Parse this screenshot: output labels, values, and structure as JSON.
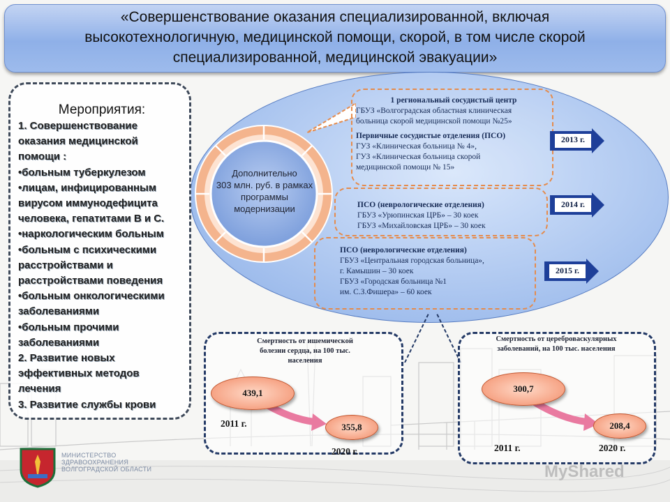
{
  "title": {
    "line1": "«Совершенствование оказания специализированной, включая",
    "line2": "высокотехнологичную, медицинской помощи, скорой, в том числе скорой",
    "line3": "специализированной, медицинской эвакуации»"
  },
  "measures": {
    "heading": "Мероприятия:",
    "items": [
      "1. Совершенствование",
      "оказания медицинской",
      "помощи :",
      "•больным туберкулезом",
      "•лицам, инфицированным",
      "вирусом иммунодефицита",
      "человека, гепатитами В и С.",
      "•наркологическим больным",
      "•больным с психическими",
      "расстройствами и",
      "расстройствами поведения",
      "•больным онкологическими",
      "заболеваниями",
      "•больным прочими",
      "заболеваниями",
      "2. Развитие новых",
      "эффективных методов",
      "лечения",
      "3. Развитие службы крови"
    ]
  },
  "ring": {
    "line1": "Дополнительно",
    "line2": "303 млн. руб. в рамках",
    "line3": "программы",
    "line4": "модернизации"
  },
  "box2013": {
    "head": "1 региональный сосудистый центр",
    "l1": "ГБУЗ «Волгоградская областная клиническая",
    "l2": "больница скорой медицинской помощи №25»",
    "head2": "Первичные сосудистые отделения (ПСО)",
    "l3": "ГУЗ «Клиническая больница № 4»,",
    "l4": "ГУЗ «Клиническая больница скорой",
    "l5": "медицинской помощи № 15»"
  },
  "box2014": {
    "head": "ПСО (неврологические отделения)",
    "l1": "ГБУЗ «Урюпинская ЦРБ» – 30 коек",
    "l2": "ГБУЗ «Михайловская ЦРБ» – 30 коек"
  },
  "box2015": {
    "head": "ПСО (неврологические отделения)",
    "l1": "ГБУЗ «Центральная городская больница»,",
    "l2": "г. Камышин – 30 коек",
    "l3": "ГБУЗ «Городская больница №1",
    "l4": "им. С.З.Фишера» – 60 коек"
  },
  "years": {
    "y2013": "2013 г.",
    "y2014": "2014 г.",
    "y2015": "2015 г."
  },
  "mortality_ischemic": {
    "title1": "Смертность от ишемической",
    "title2": "болезни сердца, на 100 тыс.",
    "title3": "населения",
    "value_2011": "439,1",
    "value_2020": "355,8",
    "year_start": "2011 г.",
    "year_end": "2020 г."
  },
  "mortality_cerebro": {
    "title1": "Смертность от цереброваскулярных",
    "title2": "заболеваний, на 100 тыс. населения",
    "value_2011": "300,7",
    "value_2020": "208,4",
    "year_start": "2011 г.",
    "year_end": "2020 г."
  },
  "footer": {
    "ministry1": "МИНИСТЕРСТВО",
    "ministry2": "ЗДРАВООХРАНЕНИЯ",
    "ministry3": "ВОЛГОГРАДСКОЙ ОБЛАСТИ",
    "watermark": "MyShared"
  },
  "colors": {
    "banner": "#8fb0e8",
    "ellipse": "#9ebcec",
    "dash_orange": "#e58b4c",
    "arrow_blue": "#1e3f99",
    "pill": "#f49877",
    "dash_navy": "#243a66"
  }
}
